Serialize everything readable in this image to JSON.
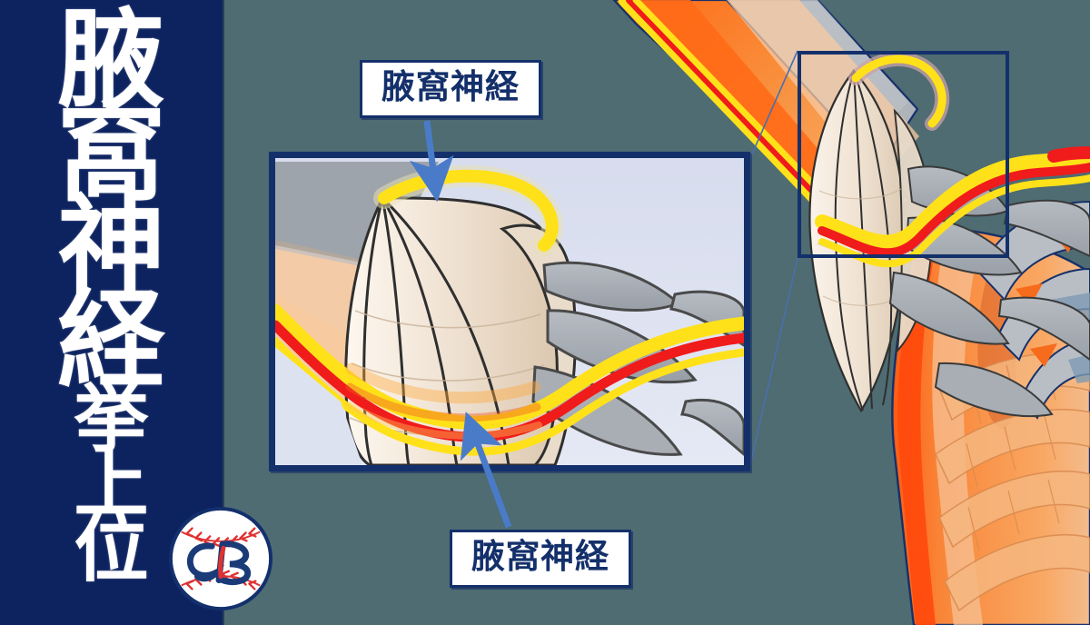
{
  "background_color": "#4e6c72",
  "title_panel": {
    "background": "#0d2360",
    "text_color": "#ffffff",
    "full_title": "腋窩神経挙上位",
    "chars_large": [
      "腋",
      "窩",
      "神",
      "経"
    ],
    "chars_small": [
      "挙",
      "上",
      "位"
    ],
    "logo": {
      "name": "baseball-logo",
      "monogram": "CB",
      "ball_color": "#ffffff",
      "seam_color": "#e03131",
      "monogram_color": "#1b3a78",
      "accent_color": "#e03131"
    }
  },
  "callouts": [
    {
      "id": "top",
      "label": "腋窩神経",
      "border_color": "#14306b",
      "text_color": "#14306b",
      "arrow_color": "#4a7bc8"
    },
    {
      "id": "bottom",
      "label": "腋窩神経",
      "border_color": "#14306b",
      "text_color": "#14306b",
      "arrow_color": "#4a7bc8"
    }
  ],
  "inset_panel": {
    "name": "magnified-anatomy-inset",
    "border_color": "#14306b",
    "background": "#dfe4f2",
    "description": "腋窩神経拡大図"
  },
  "focus_rect": {
    "name": "focus-region-rectangle",
    "border_color": "#14306b"
  },
  "anatomy_colors": {
    "nerve_yellow": "#ffe11a",
    "artery_red": "#f01b1b",
    "muscle_orange": "#f58634",
    "muscle_orange_light": "#f9ae6b",
    "muscle_deep_orange": "#ff5a1f",
    "bone_cream": "#f0e4d6",
    "tendon_gray": "#a8adb4",
    "outline_dark": "#3a3a3a",
    "skin_tone": "#f5c9a0"
  }
}
